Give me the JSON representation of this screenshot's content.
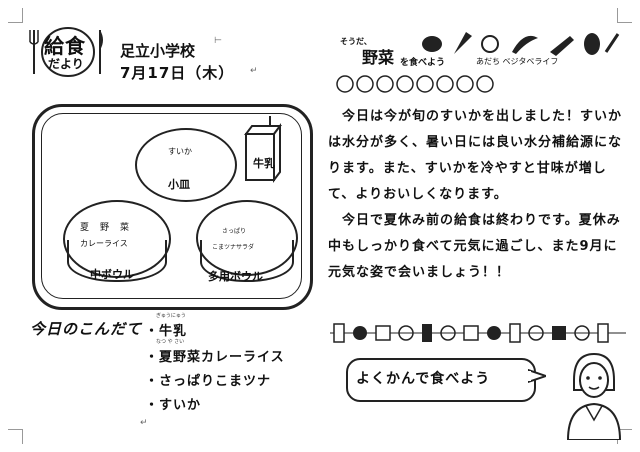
{
  "logo": {
    "big": "給食",
    "small": "だより"
  },
  "header": {
    "school": "足立小学校",
    "date": "7月17日（木）"
  },
  "tray": {
    "milk": "牛乳",
    "small_dish": {
      "item": "すいか",
      "label": "小皿"
    },
    "middle_bowl": {
      "line1": "夏　野　菜",
      "line2": "カレーライス",
      "label": "中ボウル"
    },
    "multi_bowl": {
      "line1": "さっぱり",
      "line2": "こまツナサラダ",
      "label": "多用ボウル"
    }
  },
  "kondate": {
    "title": "今日のこんだて",
    "items": [
      "・牛乳",
      "・夏野菜カレーライス",
      "・さっぱりこまツナ",
      "・すいか"
    ],
    "ruby": [
      "ぎゅうにゅう",
      "なつ や さい"
    ]
  },
  "right_header": {
    "line1": "そうだ、",
    "line2": "野菜",
    "line3": "を食べよう",
    "sub": "あだち ベジタベライフ"
  },
  "body": {
    "paragraphs": [
      "　今日は今が旬のすいかを出しました！すいかは水分が多く、暑い日には良い水分補給源になります。また、すいかを冷やすと甘味が増して、よりおいしくなります。",
      "　今日で夏休み前の給食は終わりです。夏休み中もしっかり食べて元気に過ごし、また9月に元気な姿で会いましょう！！"
    ]
  },
  "bottom": {
    "slogan": "よくかんで食べよう"
  },
  "marks": {
    "return": "↵"
  },
  "colors": {
    "ink": "#111111",
    "border": "#222222",
    "paper": "#ffffff"
  },
  "icons": [
    "fork-icon",
    "knife-icon",
    "milk-carton-icon",
    "vegetables-icon",
    "illustration-band-icon",
    "teacher-figure-icon"
  ]
}
